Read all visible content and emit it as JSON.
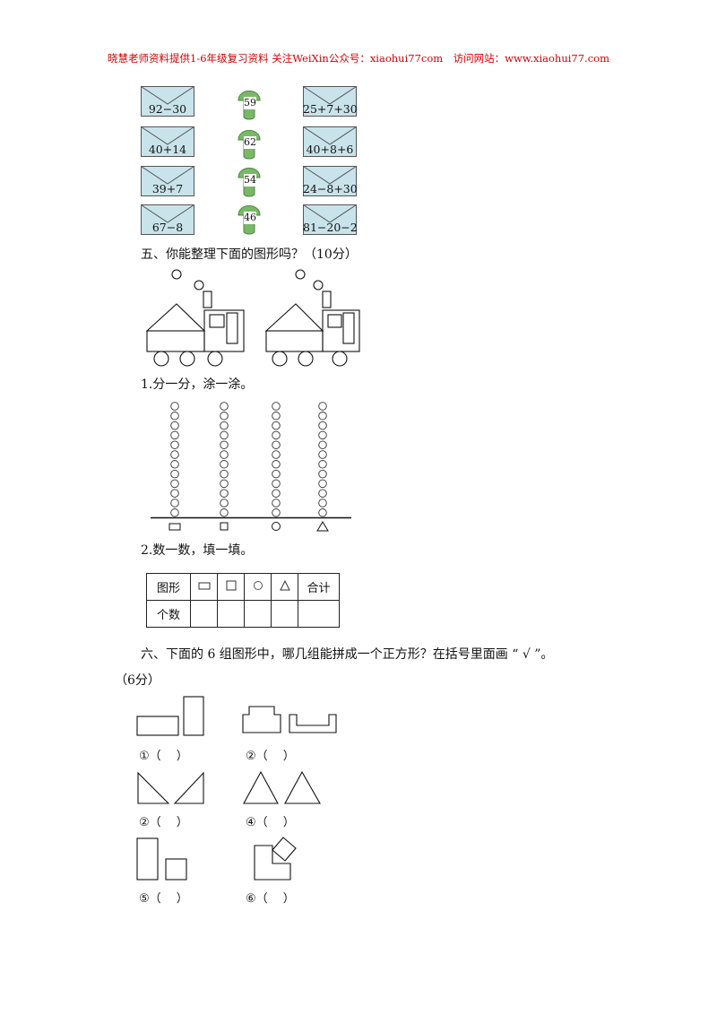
{
  "header": "晓慧老师资料提供1-6年级复习资料 关注WeiXin公众号：xiaohui77com　访问网站：www.xiaohui77.com",
  "matching": {
    "left_envelopes": [
      "92−30",
      "40+14",
      "39+7",
      "67−8"
    ],
    "mushrooms": [
      "59",
      "62",
      "54",
      "46"
    ],
    "right_envelopes": [
      "25+7+30",
      "40+8+6",
      "24−8+30",
      "81−20−2"
    ]
  },
  "section5": {
    "heading": "五、你能整理下面的图形吗？（10分）",
    "q1": "1.分一分，涂一涂。",
    "q2": "2.数一数，填一填。",
    "table": {
      "row1_label": "图形",
      "row1_last": "合计",
      "row2_label": "个数"
    }
  },
  "section6": {
    "heading_line1": "六、下面的 6 组图形中，哪几组能拼成一个正方形？在括号里面画 “ √ ”。",
    "heading_line2": "（6分）",
    "options": [
      "①（　 ）",
      "②（　 ）",
      "②（　 ）",
      "④（　 ）",
      "⑤（　 ）",
      "⑥（　 ）"
    ]
  },
  "colors": {
    "header": "#d40000",
    "envelope_fill": "#c9e3ea",
    "mushroom": "#79b868"
  }
}
